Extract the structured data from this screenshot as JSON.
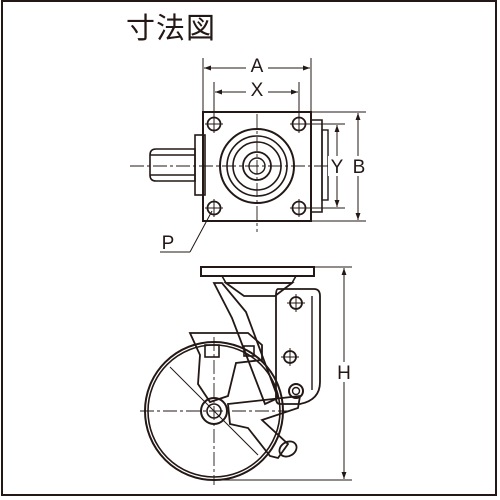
{
  "title": "寸法図",
  "labels": {
    "A": "A",
    "X": "X",
    "Y": "Y",
    "B": "B",
    "P": "P",
    "H": "H"
  },
  "colors": {
    "line": "#231815",
    "background": "#ffffff"
  }
}
